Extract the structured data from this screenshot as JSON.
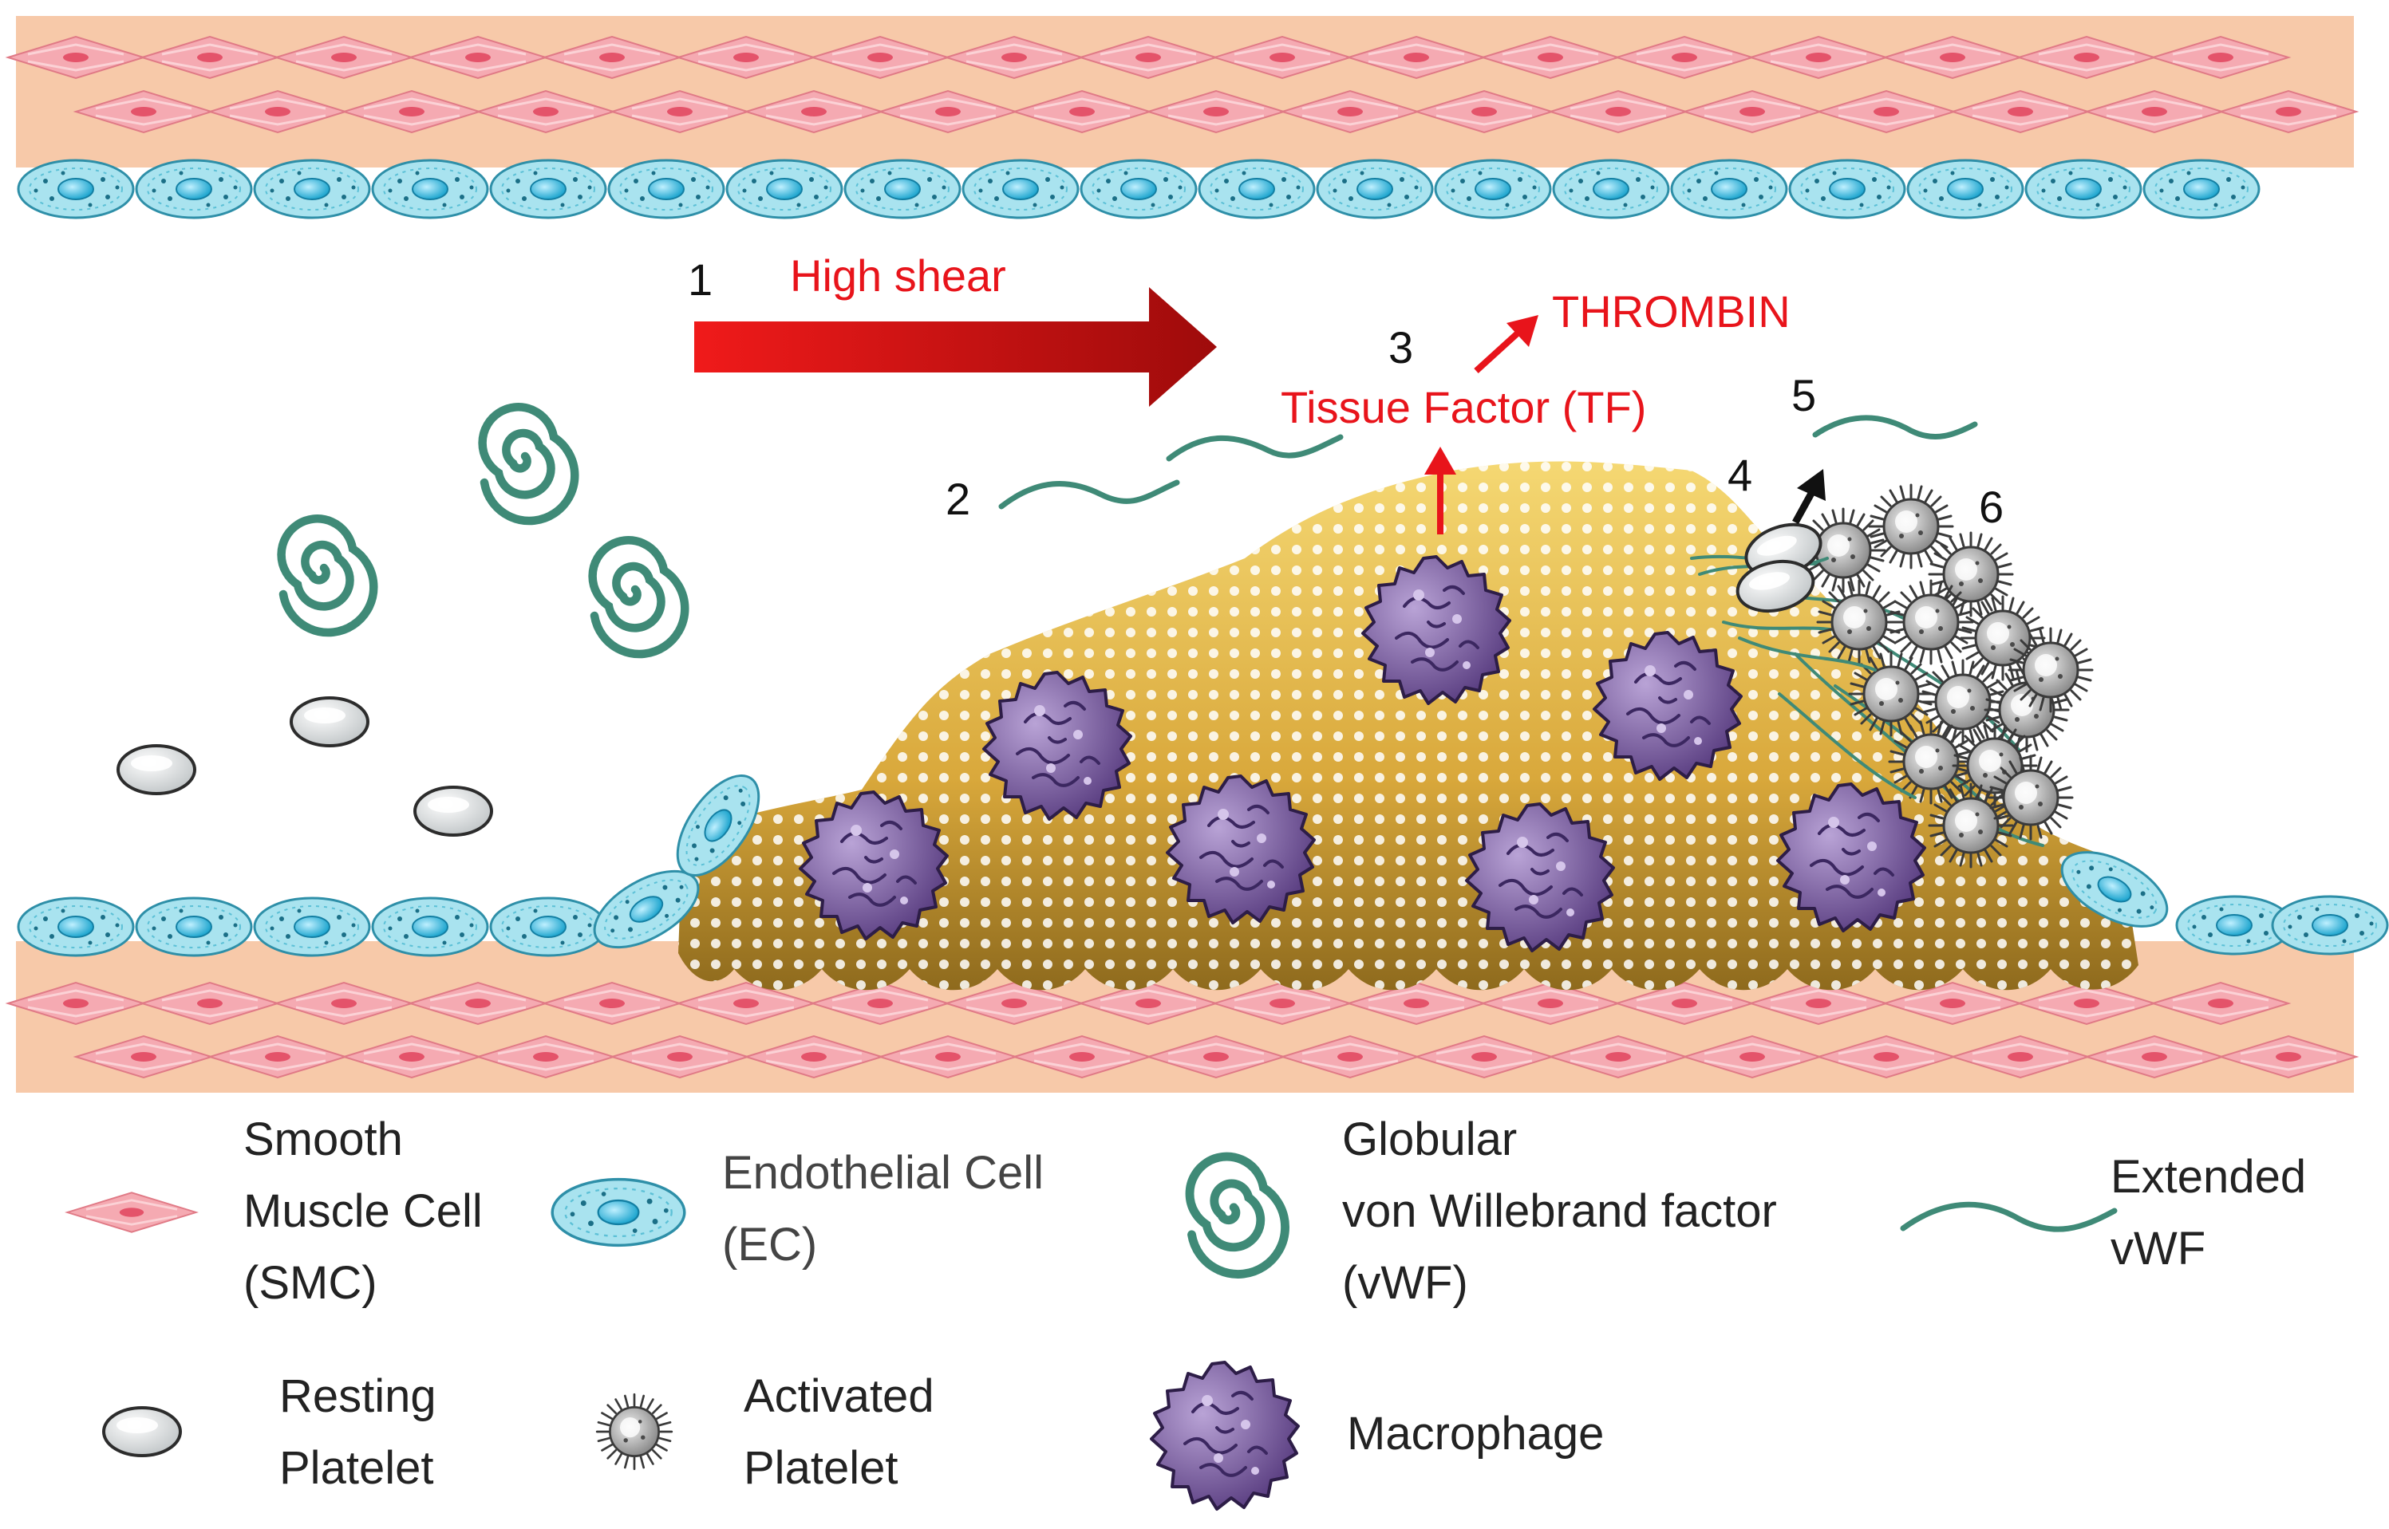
{
  "diagram": {
    "steps": {
      "step1": "1",
      "step2": "2",
      "step3": "3",
      "step4": "4",
      "step5": "5",
      "step6": "6"
    },
    "annotations": {
      "high_shear": "High shear",
      "thrombin": "THROMBIN",
      "tissue_factor": "Tissue Factor (TF)"
    },
    "colors": {
      "annotation_red": "#e8141b",
      "vessel_wall": "#f7c9a9",
      "plaque": "#d8a63a",
      "vwf": "#3f8a77",
      "macrophage": "#7d5fa0",
      "endothelial": "#7fd4e6",
      "smooth_muscle": "#f2a6ae"
    }
  },
  "legend": {
    "smc": {
      "line1": "Smooth",
      "line2": "Muscle Cell",
      "line3": "(SMC)"
    },
    "ec": {
      "line1": "Endothelial Cell",
      "line2": "(EC)"
    },
    "globular_vwf": {
      "line1": "Globular",
      "line2": "von Willebrand factor",
      "line3": "(vWF)"
    },
    "extended_vwf": {
      "line1": "Extended",
      "line2": "vWF"
    },
    "resting_platelet": {
      "line1": "Resting",
      "line2": "Platelet"
    },
    "activated_platelet": {
      "line1": "Activated",
      "line2": "Platelet"
    },
    "macrophage": {
      "line1": "Macrophage"
    }
  }
}
